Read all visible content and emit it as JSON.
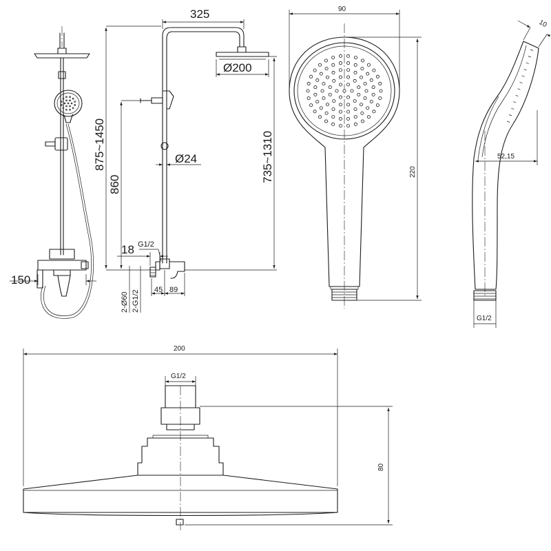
{
  "rack_front": {
    "width_label": "150"
  },
  "rack_side": {
    "top_width_label": "325",
    "head_dia_label": "Ø200",
    "height_range_label": "875~1450",
    "height_label": "860",
    "height_range2_label": "735~1310",
    "pipe_dia_label": "Ø24",
    "offset_label": "18",
    "inlet_thread_label": "G1/2",
    "flange_label": "2-Ø60",
    "thread2_label": "2-G1/2",
    "dim45_label": "45",
    "dim89_label": "89"
  },
  "hand_shower_front": {
    "width_label": "90",
    "height_label": "220"
  },
  "hand_shower_side": {
    "tilt_label": "10",
    "depth_label": "52,15",
    "thread_label": "G1/2"
  },
  "overhead_shower": {
    "width_label": "200",
    "thread_label": "G1/2",
    "height_label": "80"
  }
}
